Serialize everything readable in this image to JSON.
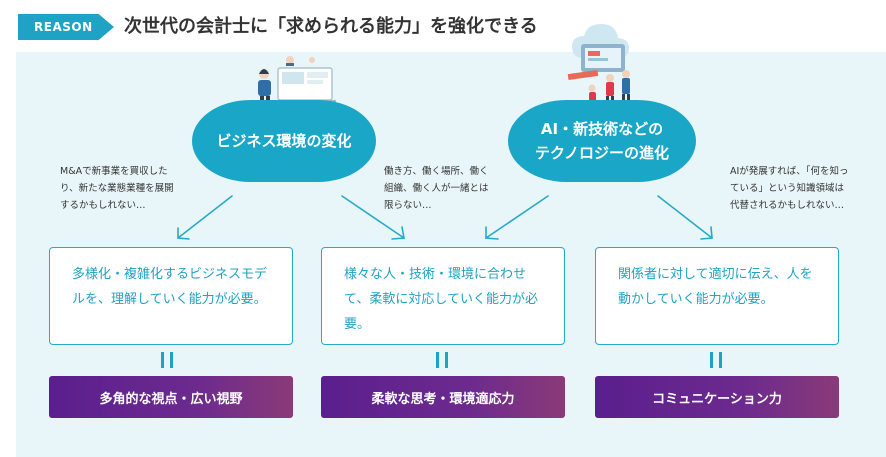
{
  "header": {
    "tag": "REASON",
    "title": "次世代の会計士に「求められる能力」を強化できる"
  },
  "drivers": [
    {
      "label": "ビジネス環境の変化"
    },
    {
      "label_line1": "AI・新技術などの",
      "label_line2": "テクノロジーの進化"
    }
  ],
  "notes": [
    "M&Aで新事業を買収したり、新たな業態業種を展開するかもしれない…",
    "働き方、働く場所、働く組織、働く人が一緒とは限らない…",
    "AIが発展すれば、「何を知っている」という知識領域は代替されるかもしれない…"
  ],
  "needs": [
    "多様化・複雑化するビジネスモデルを、理解していく能力が必要。",
    "様々な人・技術・環境に合わせて、柔軟に対応していく能力が必要。",
    "関係者に対して適切に伝え、人を動かしていく能力が必要。"
  ],
  "abilities": [
    "多角的な視点・広い視野",
    "柔軟な思考・環境適応力",
    "コミュニケーション力"
  ],
  "colors": {
    "accent": "#1fa3c4",
    "panel_bg": "#e9f6f9",
    "ability_gradient_start": "#5a1f8e",
    "ability_gradient_end": "#8a3a78"
  }
}
